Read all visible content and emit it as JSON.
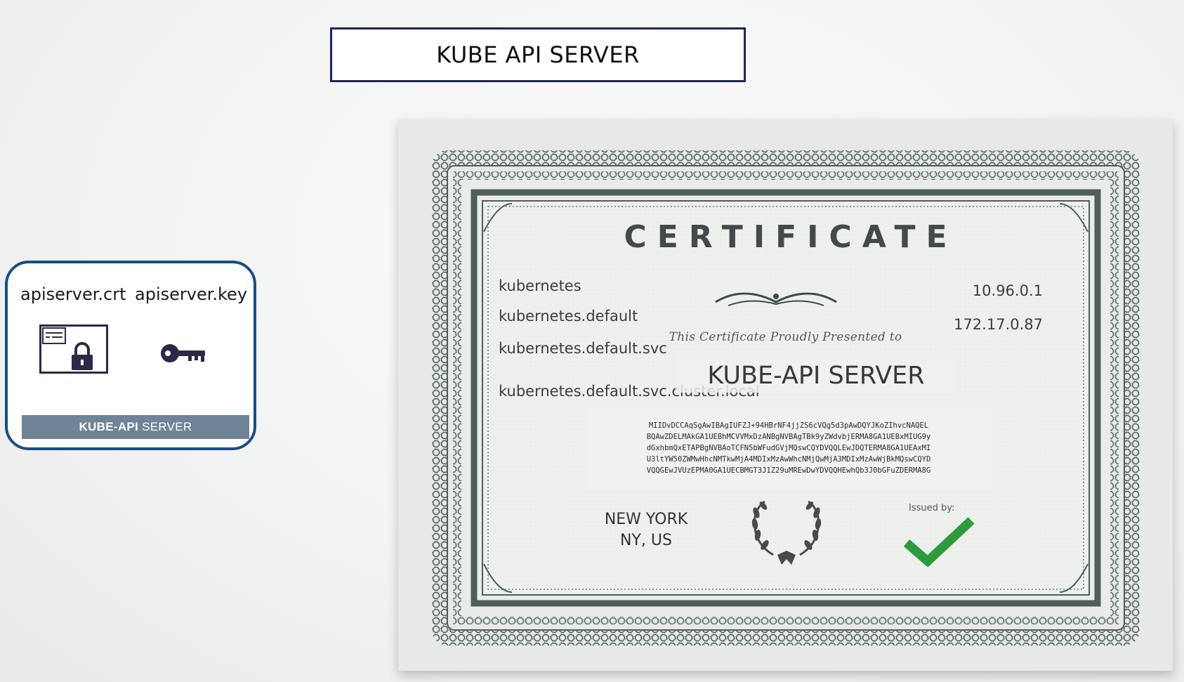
{
  "title": "KUBE API SERVER",
  "key_pair_card": {
    "crt_label": "apiserver.crt",
    "key_label": "apiserver.key",
    "banner_bold": "KUBE-API",
    "banner_light": " SERVER",
    "icons": [
      "certificate-lock-icon",
      "key-icon"
    ],
    "border_color": "#174e87",
    "banner_color": "#6f8497"
  },
  "certificate": {
    "heading": "CERTIFICATE",
    "dns_names": [
      "kubernetes",
      "kubernetes.default",
      "kubernetes.default.svc",
      "kubernetes.default.svc.cluster.local"
    ],
    "ip_addresses": [
      "10.96.0.1",
      "172.17.0.87"
    ],
    "presented_text": "This Certificate Proudly Presented to",
    "subject": "KUBE-API SERVER",
    "encoded_lines": [
      "MIIDvDCCAqSgAwIBAgIUFZJ+94HBrNF4jjZS6cVQg5d3pAwDQYJKoZIhvcNAQEL",
      "BQAwZDELMAkGA1UEBhMCVVMxDzANBgNVBAgTBk9yZWdvbjERMA8GA1UEBxMIUG9y",
      "dGxhbmQxETAPBgNVBAoTCFN5bWFudGVjMQswCQYDVQQLEwJDQTERMA8GA1UEAxMI",
      "U3ltYW50ZWMwHhcNMTkwMjA4MDIxMzAwWhcNMjQwMjA3MDIxMzAwWjBkMQswCQYD",
      "VQQGEwJVUzEPMA0GA1UECBMGT3J1Z29uMREwDwYDVQQHEwhQb3J0bGFuZDERMA8G"
    ],
    "location_line1": "NEW YORK",
    "location_line2": "NY, US",
    "issued_by": "Issued by:",
    "border_color": "#4e5e58",
    "check_color": "#2e9a3e"
  }
}
